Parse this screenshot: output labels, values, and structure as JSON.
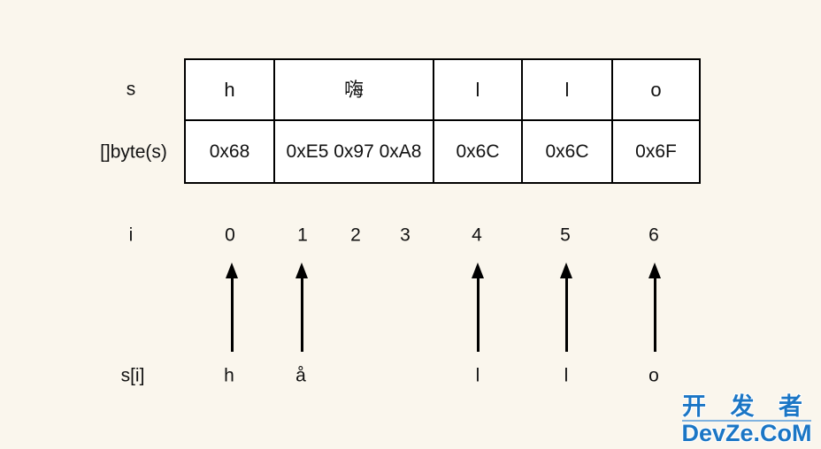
{
  "colors": {
    "background": "#FAF6ED",
    "cell_background": "#FFFFFF",
    "line": "#000000",
    "text": "#111111",
    "watermark_blue": "#1B76C5"
  },
  "diagram": {
    "row_labels": {
      "string": "s",
      "bytes": "[]byte(s)",
      "index": "i",
      "indexed": "s[i]"
    },
    "table": {
      "chars": [
        "h",
        "嗨",
        "l",
        "l",
        "o"
      ],
      "bytes": [
        "0x68",
        "0xE5 0x97 0xA8",
        "0x6C",
        "0x6C",
        "0x6F"
      ]
    },
    "indices": [
      "0",
      "1",
      "2",
      "3",
      "4",
      "5",
      "6"
    ],
    "indexed_values": [
      "h",
      "å",
      "l",
      "l",
      "o"
    ]
  },
  "watermark": {
    "line1": "开 发 者",
    "line2": "DevZe.CoM"
  }
}
